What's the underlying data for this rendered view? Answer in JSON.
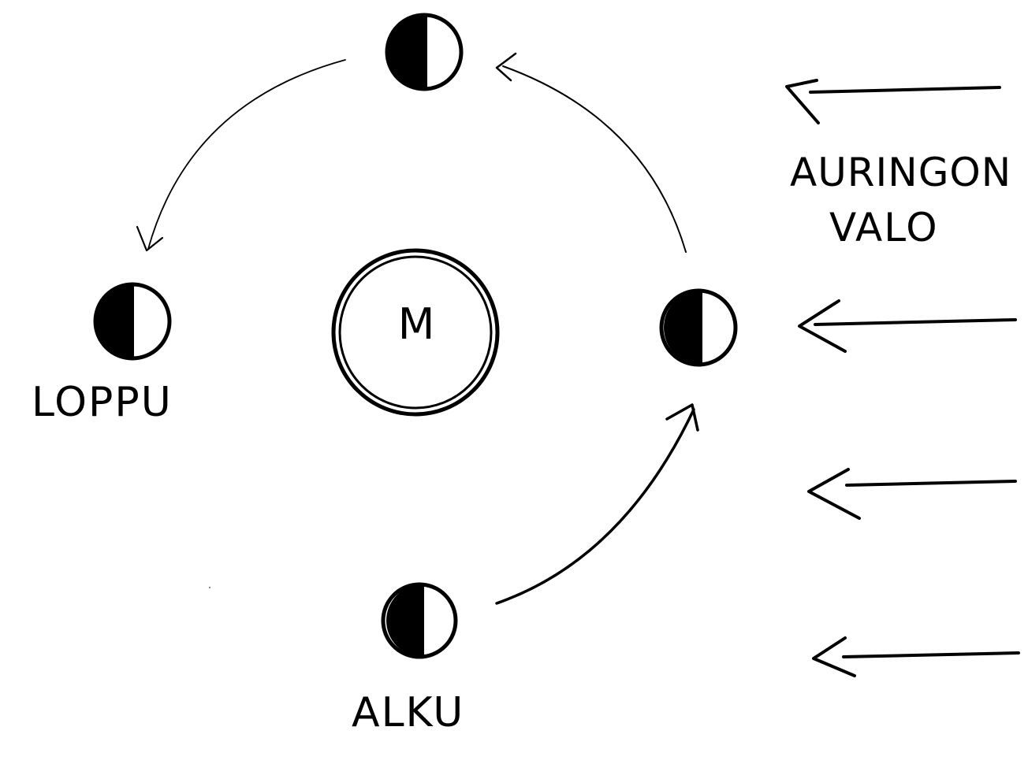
{
  "labels": {
    "earth": "M",
    "start": "ALKU",
    "end": "LOPPU",
    "sunlight_line1": "AURINGON",
    "sunlight_line2": "VALO"
  },
  "colors": {
    "ink": "#000000",
    "paper": "#ffffff"
  }
}
